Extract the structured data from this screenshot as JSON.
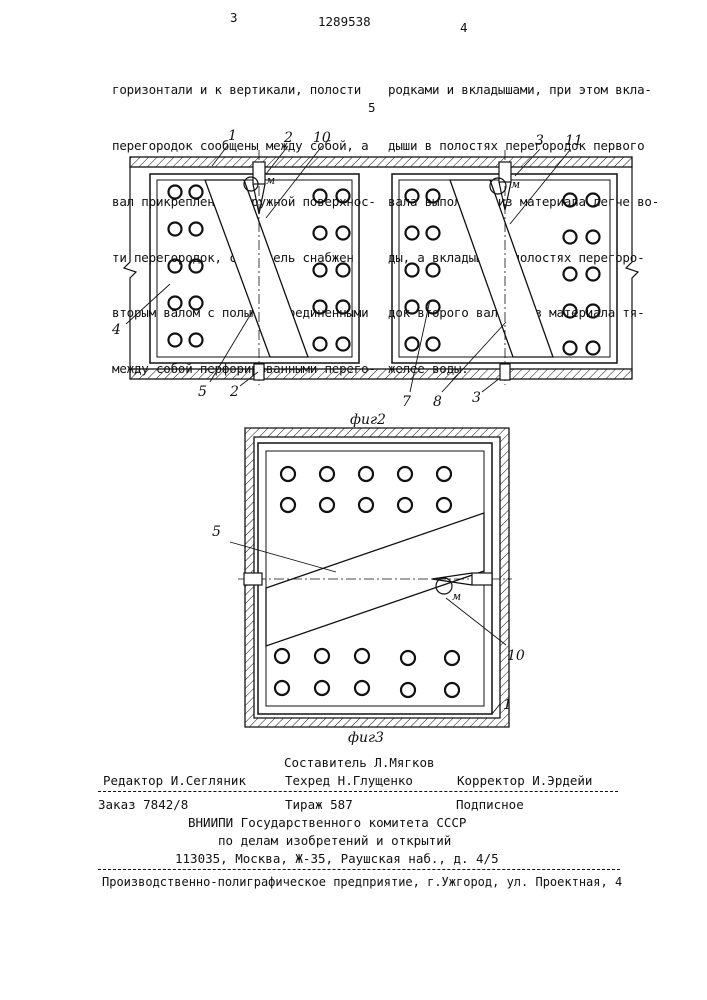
{
  "header": {
    "page_left": "3",
    "patent_number": "1289538",
    "page_right": "4"
  },
  "columns": {
    "left": [
      "горизонтали и к вертикали, полости",
      "перегородок сообщены между собой, а",
      "вал прикреплен к наружной поверхнос-",
      "ти перегородок, смеситель снабжен",
      "вторым валом с полыми, соединенными",
      "между собой перфорированными перего-"
    ],
    "right": [
      "родками и вкладышами, при этом вкла-",
      "дыши в полостях перегородок первого",
      "вала выполнены из материала легче во-",
      "ды, а вкладыши в полостях перегоро-",
      "док второго вала - из материала тя-",
      "желее воды."
    ],
    "margin_number": "5"
  },
  "figure2": {
    "caption": "фиг2",
    "labels": {
      "l1": "1",
      "l2_top": "2",
      "l10": "10",
      "l3_top": "3",
      "l11": "11",
      "l4": "4",
      "l5": "5",
      "l2_bottom": "2",
      "l7": "7",
      "l8": "8",
      "l3_bottom": "3",
      "m_left": "м",
      "m_right": "м"
    }
  },
  "figure3": {
    "caption": "фиг3",
    "labels": {
      "l5": "5",
      "l10": "10",
      "l1": "1",
      "m": "м"
    }
  },
  "footer": {
    "compiler": "Составитель Л.Мягков",
    "editor": "Редактор И.Сегляник",
    "techred": "Техред Н.Глущенко",
    "corrector": "Корректор И.Эрдейи",
    "order": "Заказ 7842/8",
    "circulation": "Тираж 587",
    "subscription": "Подписное",
    "org_line1": "ВНИИПИ Государственного комитета СССР",
    "org_line2": "по делам изобретений и открытий",
    "address": "113035, Москва, Ж-35, Раушская наб., д. 4/5",
    "printer": "Производственно-полиграфическое предприятие, г.Ужгород, ул. Проектная, 4"
  }
}
